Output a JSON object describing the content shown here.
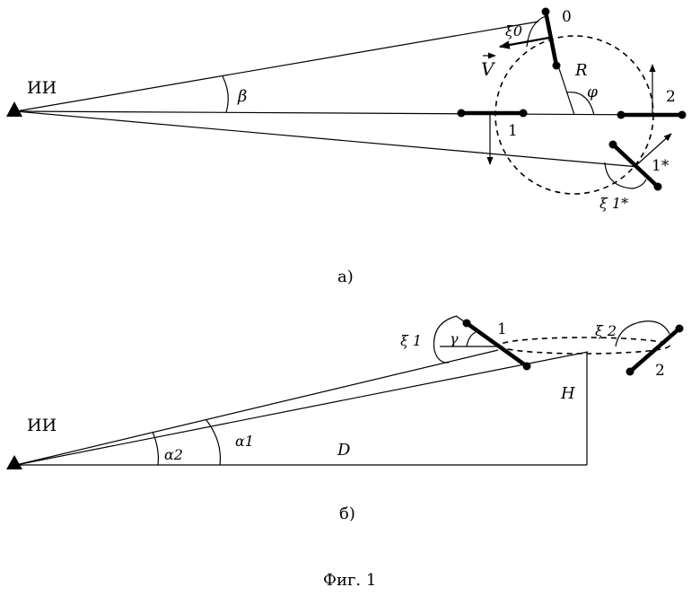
{
  "figure_a": {
    "source": "ИИ",
    "beta": "β",
    "xi0": "ξ0",
    "pos0": "0",
    "velocity": "V",
    "radius": "R",
    "phi": "φ",
    "pos1": "1",
    "pos2": "2",
    "pos1star": "1*",
    "xi1star": "ξ 1*",
    "caption": "а)"
  },
  "figure_b": {
    "source": "ИИ",
    "pos1": "1",
    "pos2": "2",
    "xi1": "ξ 1",
    "gamma": "γ",
    "xi2": "ξ 2",
    "height": "H",
    "distance": "D",
    "alpha1": "α1",
    "alpha2": "α2",
    "caption": "б)"
  },
  "figure_caption": "Фиг. 1"
}
